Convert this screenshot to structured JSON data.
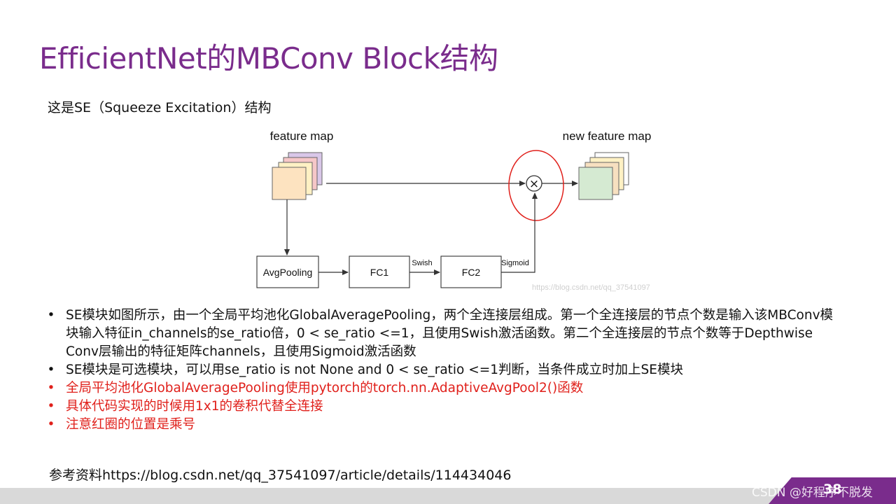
{
  "slide": {
    "title": "EfficientNet的MBConv Block结构",
    "subtitle": "这是SE（Squeeze  Excitation）结构"
  },
  "diagram": {
    "input_label": "feature map",
    "output_label": "new feature map",
    "multiply_symbol": "×",
    "avgpool_label": "AvgPooling",
    "fc1_label": "FC1",
    "fc2_label": "FC2",
    "swish_label": "Swish",
    "sigmoid_label": "Sigmoid",
    "watermark": "https://blog.csdn.net/qq_37541097"
  },
  "bullets": [
    {
      "marker": "•",
      "text": "SE模块如图所示，由一个全局平均池化GlobalAveragePooling，两个全连接层组成。第一个全连接层的节点个数是输入该MBConv模块输入特征in_channels的se_ratio倍，0  < se_ratio <=1，且使用Swish激活函数。第二个全连接层的节点个数等于Depthwise  Conv层输出的特征矩阵channels，且使用Sigmoid激活函数",
      "color": "#111111"
    },
    {
      "marker": "•",
      "text": "SE模块是可选模块，可以用se_ratio  is not None and 0 < se_ratio <=1判断，当条件成立时加上SE模块",
      "color": "#111111"
    },
    {
      "marker": "•",
      "text": "全局平均池化GlobalAveragePooling使用pytorch的torch.nn.AdaptiveAvgPool2()函数",
      "color": "#e0201b"
    },
    {
      "marker": "•",
      "text": "具体代码实现的时候用1x1的卷积代替全连接",
      "color": "#e0201b"
    },
    {
      "marker": "•",
      "text": "注意红圈的位置是乘号",
      "color": "#e0201b"
    }
  ],
  "reference": "参考资料https://blog.csdn.net/qq_37541097/article/details/114434046",
  "footer": {
    "slide_number": "38",
    "csdn_watermark": "CSDN @好程序不脱发"
  },
  "colors": {
    "title": "#7a2c8c",
    "highlight_circle": "#e0201b",
    "fm_input": [
      "#d9c7e8",
      "#f6c7c8",
      "#fff1c4",
      "#fde3c0"
    ],
    "fm_output": [
      "#ffffff",
      "#fff1c4",
      "#f7e0c0",
      "#d5ead2"
    ]
  }
}
